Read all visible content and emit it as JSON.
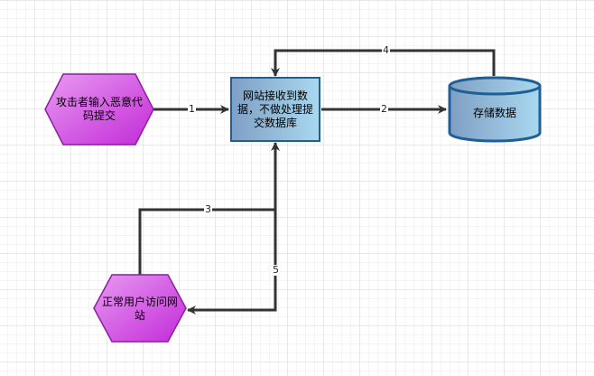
{
  "nodes": {
    "attacker": {
      "label": "攻击者输入恶意代码提交"
    },
    "server": {
      "label": "网站接收到数据，不做处理提交数据库"
    },
    "database": {
      "label": "存储数据"
    },
    "user": {
      "label": "正常用户访问网站"
    }
  },
  "edges": {
    "e1": "1",
    "e2": "2",
    "e3": "3",
    "e4": "4",
    "e5": "5"
  },
  "colors": {
    "hexagon_fill": "#cc33e0",
    "hexagon_stroke": "#8a1fa0",
    "box_fill_top": "#7fa8cf",
    "box_fill_bottom": "#a9d6ee",
    "box_stroke": "#1f5f95",
    "cylinder_stroke": "#1f5f95",
    "edge": "#333333"
  }
}
